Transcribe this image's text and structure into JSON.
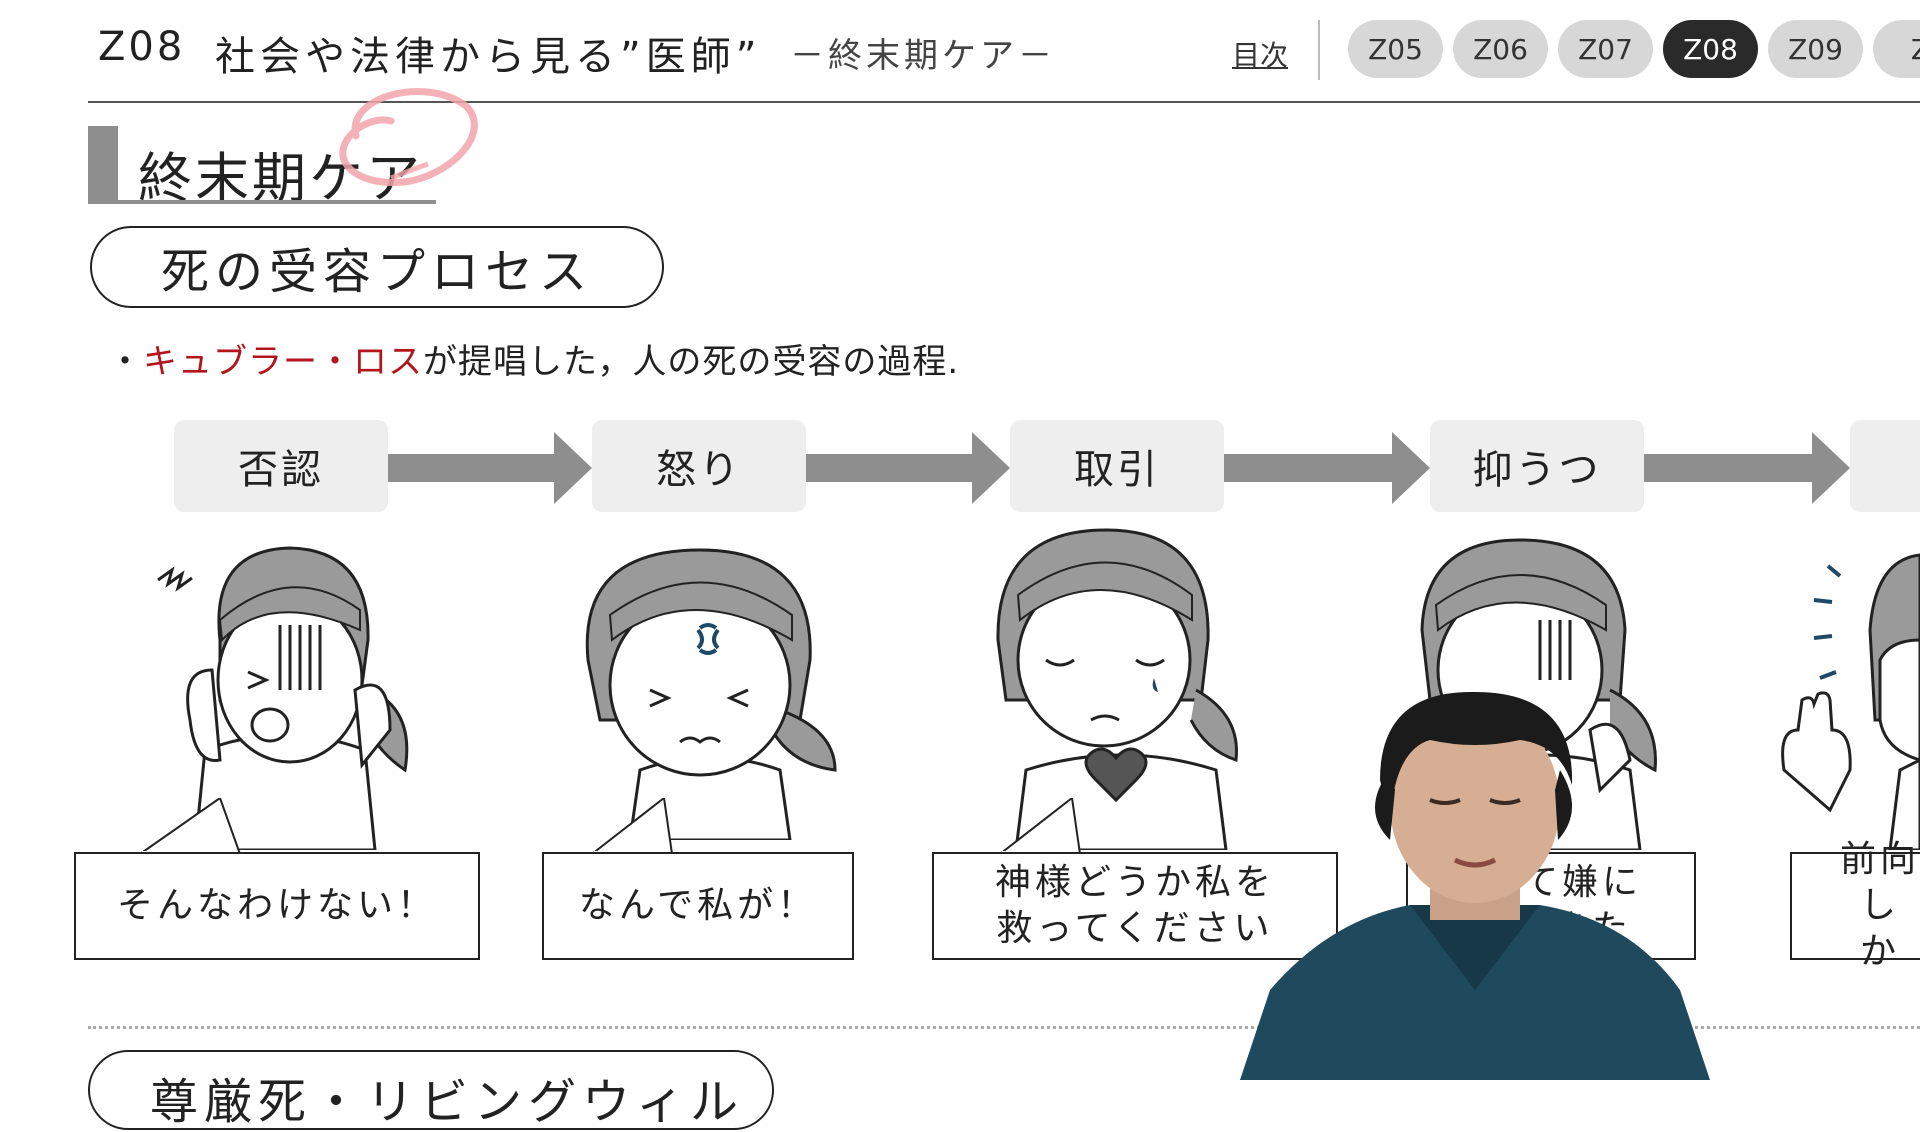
{
  "header": {
    "code": "Z08",
    "title": "社会や法律から見る”医師”",
    "subtitle": "－終末期ケア－",
    "toc_label": "目次",
    "chapter_tabs": [
      "Z05",
      "Z06",
      "Z07",
      "Z08",
      "Z09",
      "Z"
    ],
    "active_tab": "Z08"
  },
  "section": {
    "title": "終末期ケア",
    "topic": "死の受容プロセス",
    "bullet": "・",
    "highlight": "キュブラー・ロス",
    "description": "が提唱した，人の死の受容の過程."
  },
  "stages": [
    {
      "label": "否認",
      "quote_line1": "そんなわけない！",
      "quote_line2": ""
    },
    {
      "label": "怒り",
      "quote_line1": "なんで私が！",
      "quote_line2": ""
    },
    {
      "label": "取引",
      "quote_line1": "神様どうか私を",
      "quote_line2": "救ってください"
    },
    {
      "label": "抑うつ",
      "quote_line1": "て嫌に",
      "quote_line2": "きた"
    },
    {
      "label": "",
      "quote_line1": "前向",
      "quote_line2": "しか"
    }
  ],
  "next_section": {
    "title": "尊厳死・リビングウィル"
  },
  "colors": {
    "accent_red": "#b3151c",
    "stage_box": "#eeeeee",
    "arrow": "#8e8e8e",
    "active_chip": "#2a2a2a"
  },
  "icons": [
    "annotation-circle",
    "worried-woman-illustration",
    "presenter-video"
  ]
}
